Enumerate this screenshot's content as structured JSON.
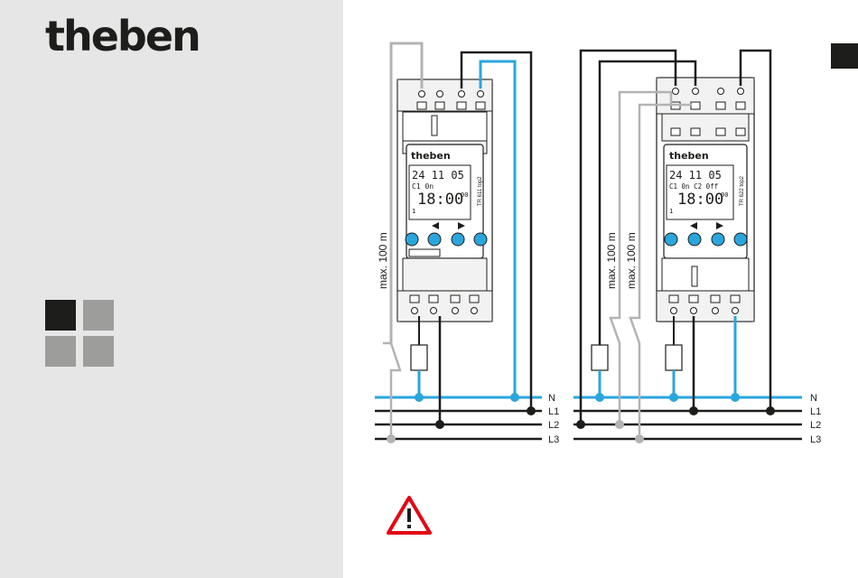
{
  "brand": {
    "logo_text": "theben"
  },
  "left_panel": {
    "squares": [
      "dark",
      "mid",
      "mid",
      "mid"
    ]
  },
  "lang_tag": "",
  "wiring": {
    "lines": [
      "N",
      "L1",
      "L2",
      "L3"
    ],
    "distance_label": "max. 100 m",
    "colors": {
      "neutral": "#2aa6dc",
      "live": "#1d1d1b",
      "control": "#b3b3b3",
      "warning": "#e30613"
    }
  },
  "device_left": {
    "model": "TR 611 top2",
    "brand": "theben",
    "display": {
      "date": "24 11 05",
      "channel": "C1 0n",
      "time": "18:00",
      "seconds": "00",
      "indicator": "1"
    }
  },
  "device_right": {
    "model": "TR 622 top2",
    "brand": "theben",
    "display": {
      "date": "24 11 05",
      "channel": "C1 0n  C2 0ff",
      "time": "18:00",
      "seconds": "00",
      "indicator": "1"
    }
  }
}
